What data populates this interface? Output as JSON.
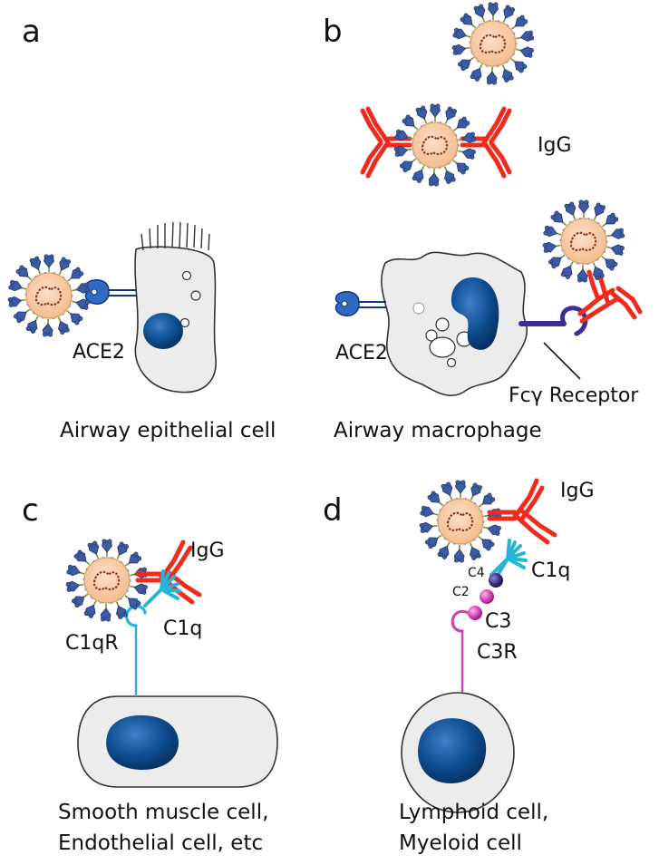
{
  "panels": {
    "a": {
      "letter": "a",
      "receptor_label": "ACE2",
      "caption": "Airway epithelial cell"
    },
    "b": {
      "letter": "b",
      "antibody_label": "IgG",
      "receptor_label": "ACE2",
      "fc_receptor_label": "Fcγ Receptor",
      "caption": "Airway macrophage"
    },
    "c": {
      "letter": "c",
      "antibody_label": "IgG",
      "complement_label": "C1q",
      "receptor_label": "C1qR",
      "caption_line1": "Smooth muscle cell,",
      "caption_line2": "Endothelial cell, etc"
    },
    "d": {
      "letter": "d",
      "antibody_label": "IgG",
      "complement_label": "C1q",
      "c4_label": "C4",
      "c2_label": "C2",
      "c3_label": "C3",
      "receptor_label": "C3R",
      "caption_line1": "Lymphoid cell,",
      "caption_line2": "Myeloid cell"
    }
  },
  "colors": {
    "virus_core": "#f9c8a3",
    "spike": "#3b5ba5",
    "igg": "#ee2b1c",
    "ace2": "#2f6ac4",
    "fc_receptor": "#3f2a9a",
    "c1q": "#24b5d8",
    "c3r": "#d63fb6",
    "nucleus": "#0c4a8a",
    "cell_fill": "#ececec"
  }
}
